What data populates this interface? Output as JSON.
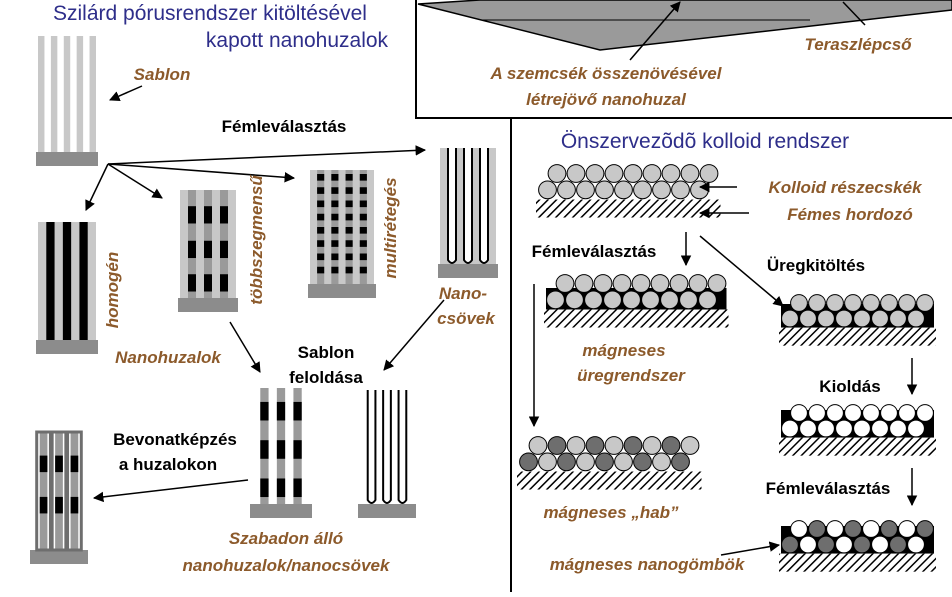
{
  "colors": {
    "title_blue": "#2e2e8a",
    "label_brown": "#8c5a2b",
    "label_black": "#000000",
    "base_gray": "#8c8c8c",
    "template_light": "#c8c8c8",
    "template_mid": "#9a9a9a",
    "ball_gray": "#c8c8c8",
    "ball_dark": "#6e6e6e",
    "hatch": "#000000"
  },
  "left_panel": {
    "title_line1": "Szilárd pórusrendszer kitöltésével",
    "title_line2": "kapott nanohuzalok",
    "template": "Sablon",
    "metal_deposition": "Fémleválasztás",
    "homogeneous": "homogén",
    "multi_segment": "többszegmensű",
    "multilayer": "multirétegés",
    "nanotubes_line1": "Nano-",
    "nanotubes_line2": "csövek",
    "nanowires": "Nanohuzalok",
    "dissolve_line1": "Sablon",
    "dissolve_line2": "feloldása",
    "coating_line1": "Bevonatképzés",
    "coating_line2": "a huzalokon",
    "freestanding_line1": "Szabadon álló",
    "freestanding_line2": "nanohuzalok/nanocsövek"
  },
  "top_right_panel": {
    "grain_line1": "A szemcsék összenövésével",
    "grain_line2": "létrejövő nanohuzal",
    "terrace_step": "Teraszlépcső"
  },
  "right_panel": {
    "title": "Önszervezõdõ kolloid rendszer",
    "colloid_particles": "Kolloid részecskék",
    "metal_substrate": "Fémes hordozó",
    "metal_deposition": "Fémleválasztás",
    "cavity_filling": "Üregkitöltés",
    "magnetic_cavity_line1": "mágneses",
    "magnetic_cavity_line2": "üregrendszer",
    "dissolution": "Kioldás",
    "metal_deposition_2": "Fémleválasztás",
    "magnetic_foam": "mágneses „hab”",
    "magnetic_nanospheres": "mágneses nanogömbök"
  }
}
